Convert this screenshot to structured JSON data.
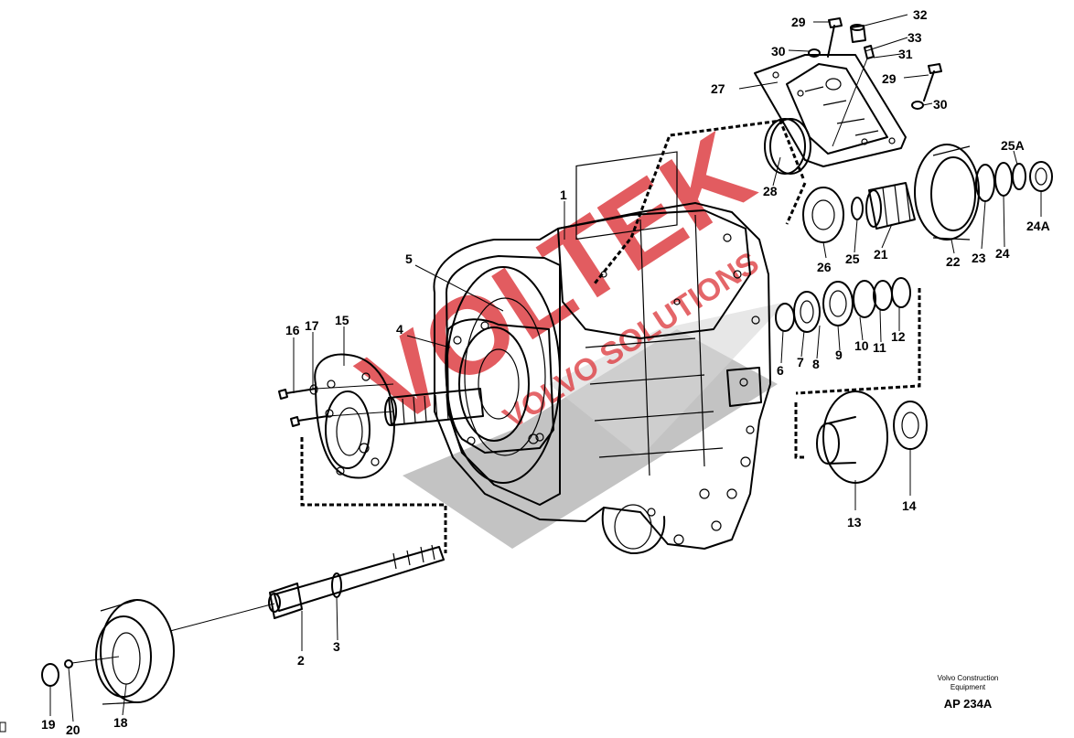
{
  "diagram": {
    "caption_company": "Volvo Construction Equipment",
    "caption_code": "AP 234A",
    "watermark_text": "VOLTEK",
    "watermark_subtext": "VOLVO SOLUTIONS",
    "watermark_color": "#d81e24",
    "labels": {
      "l1": "1",
      "l2": "2",
      "l3": "3",
      "l4": "4",
      "l5": "5",
      "l6": "6",
      "l7": "7",
      "l8": "8",
      "l9": "9",
      "l10": "10",
      "l11": "11",
      "l12": "12",
      "l13": "13",
      "l14": "14",
      "l15": "15",
      "l16": "16",
      "l17": "17",
      "l18": "18",
      "l19": "19",
      "l20": "20",
      "l21": "21",
      "l22": "22",
      "l23": "23",
      "l24": "24",
      "l24a": "24A",
      "l25": "25",
      "l25a": "25A",
      "l26": "26",
      "l27": "27",
      "l28": "28",
      "l29a": "29",
      "l29b": "29",
      "l30a": "30",
      "l30b": "30",
      "l31": "31",
      "l32": "32",
      "l33": "33"
    }
  }
}
